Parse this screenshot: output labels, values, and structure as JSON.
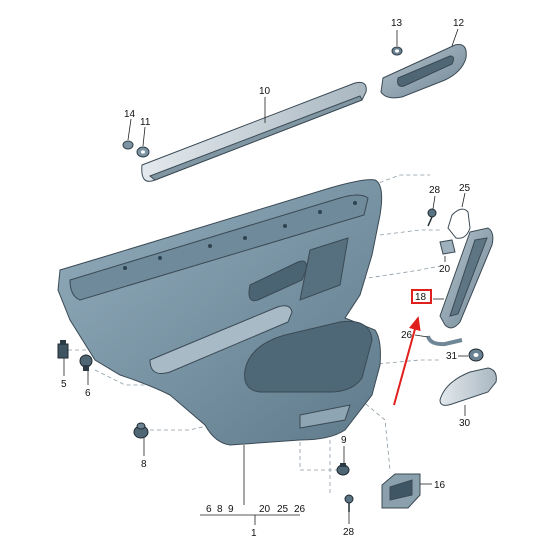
{
  "callouts": {
    "c1": "1",
    "c5": "5",
    "c6": "6",
    "c8": "8",
    "c9": "9",
    "c10": "10",
    "c11": "11",
    "c12": "12",
    "c13": "13",
    "c14": "14",
    "c16": "16",
    "c18": "18",
    "c20": "20",
    "c25": "25",
    "c26": "26",
    "c28a": "28",
    "c28b": "28",
    "c30": "30",
    "c31": "31"
  },
  "sub_parts_row": {
    "a": "6",
    "b": "8",
    "c": "9",
    "d": "20",
    "e": "25",
    "f": "26"
  },
  "colors": {
    "door_panel": "#7f9aab",
    "door_panel_dark": "#5d7888",
    "trim": "#c9d3da",
    "highlight_box": "#e0201c",
    "arrow": "#e0201c"
  },
  "highlighted_part": "18"
}
